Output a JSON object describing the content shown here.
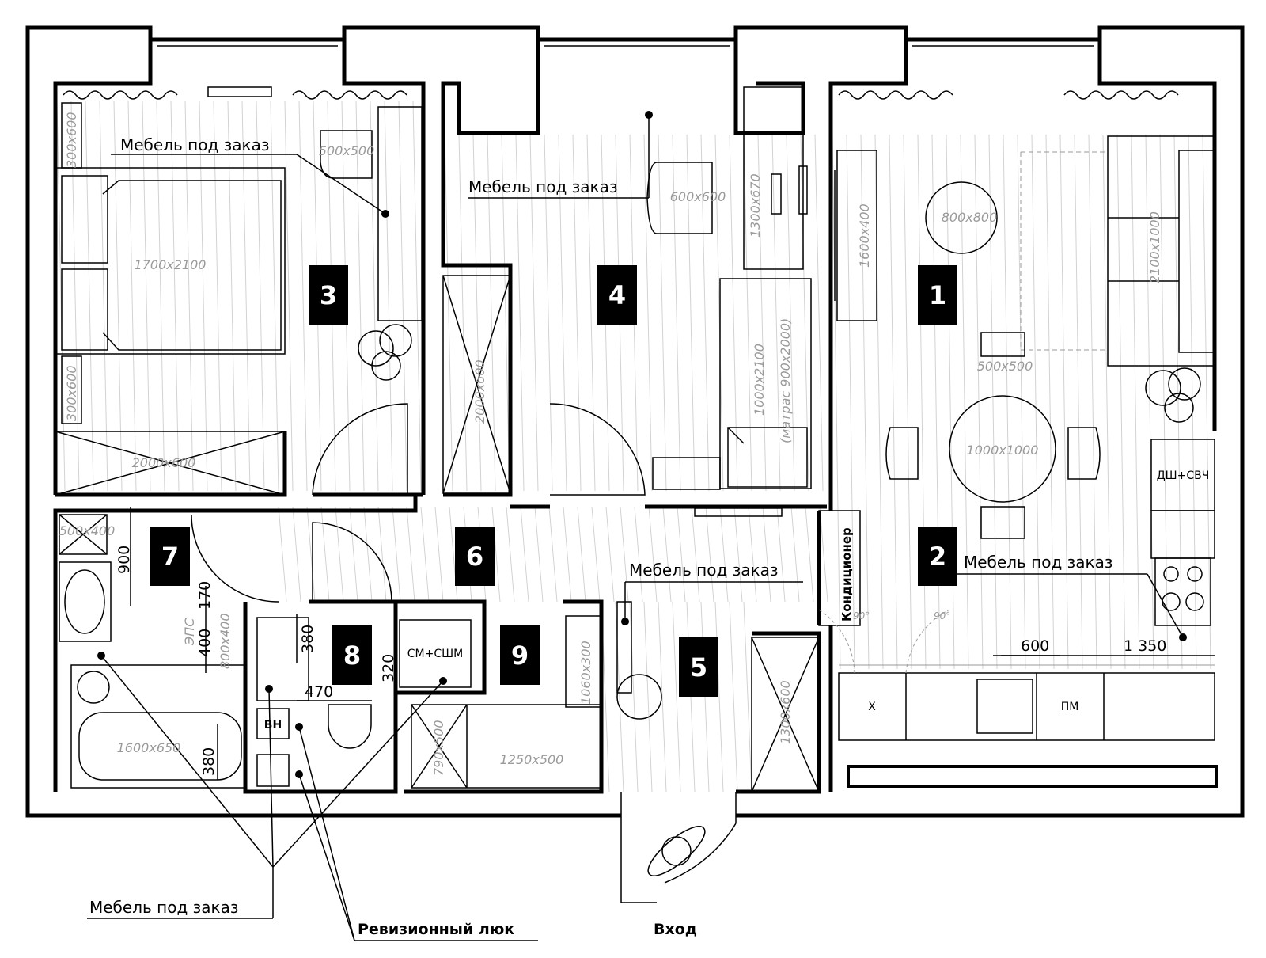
{
  "rooms": [
    {
      "id": "room-1",
      "number": "1"
    },
    {
      "id": "room-2",
      "number": "2"
    },
    {
      "id": "room-3",
      "number": "3"
    },
    {
      "id": "room-4",
      "number": "4"
    },
    {
      "id": "room-5",
      "number": "5"
    },
    {
      "id": "room-6",
      "number": "6"
    },
    {
      "id": "room-7",
      "number": "7"
    },
    {
      "id": "room-8",
      "number": "8"
    },
    {
      "id": "room-9",
      "number": "9"
    }
  ],
  "labels": {
    "custom_furniture": "Мебель под заказ",
    "inspection_hatch": "Ревизионный люк",
    "entrance": "Вход",
    "air_conditioner": "Кондиционер",
    "dishwasher_microwave": "ДШ+СВЧ",
    "washer_dryer": "СМ+СШМ",
    "fridge": "Х",
    "dishwasher": "ПМ",
    "water_heater": "ВН",
    "riser": "ЭПС",
    "mattress": "(матрас 900х2000)"
  },
  "dimensions": {
    "bed": "1700х2100",
    "wardrobe_bedroom": "2000х600",
    "bedroom_shelf_top": "300х600",
    "bedroom_shelf_bottom": "300х600",
    "bedroom_chair": "500х500",
    "kids_chair": "600х600",
    "kids_desk": "1300х670",
    "kids_wardrobe": "2000х600",
    "kids_bed": "1000х2100",
    "tv_unit": "1600х400",
    "coffee_table": "800х800",
    "sofa": "2100х1000",
    "dining_chair": "500х500",
    "dining_table": "1000х1000",
    "sink_bath": "500х400",
    "bathtub": "1600х650",
    "bath_cabinet": "800х400",
    "hall_wardrobe": "1300х600",
    "storage_left": "790х500",
    "storage_bottom": "1250х500",
    "storage_right": "1060х300",
    "d900": "900",
    "d170": "170",
    "d400": "400",
    "d380a": "380",
    "d380b": "380",
    "d320": "320",
    "d470": "470",
    "d600": "600",
    "d1350": "1 350",
    "angle_left": "90°",
    "angle_right": "90°"
  }
}
